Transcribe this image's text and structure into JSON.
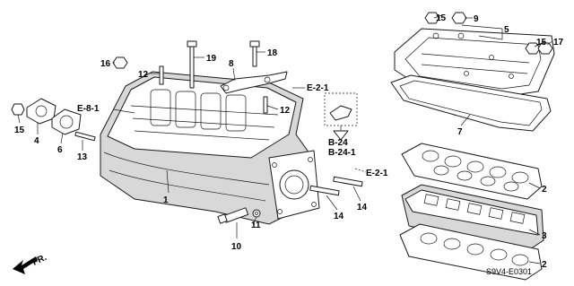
{
  "callouts": {
    "c1": "1",
    "c2a": "2",
    "c2b": "2",
    "c3": "3",
    "c4": "4",
    "c5": "5",
    "c6": "6",
    "c7": "7",
    "c8": "8",
    "c9": "9",
    "c10": "10",
    "c11": "11",
    "c12a": "12",
    "c12b": "12",
    "c13": "13",
    "c14a": "14",
    "c14b": "14",
    "c15a": "15",
    "c15b": "15",
    "c15c": "15",
    "c16": "16",
    "c17": "17",
    "c18": "18",
    "c19": "19"
  },
  "references": {
    "e81": "E-8-1",
    "e21a": "E-2-1",
    "e21b": "E-2-1",
    "b24": "B-24",
    "b241": "B-24-1"
  },
  "front_label": "FR.",
  "diagram_code": "S9V4-E0301"
}
